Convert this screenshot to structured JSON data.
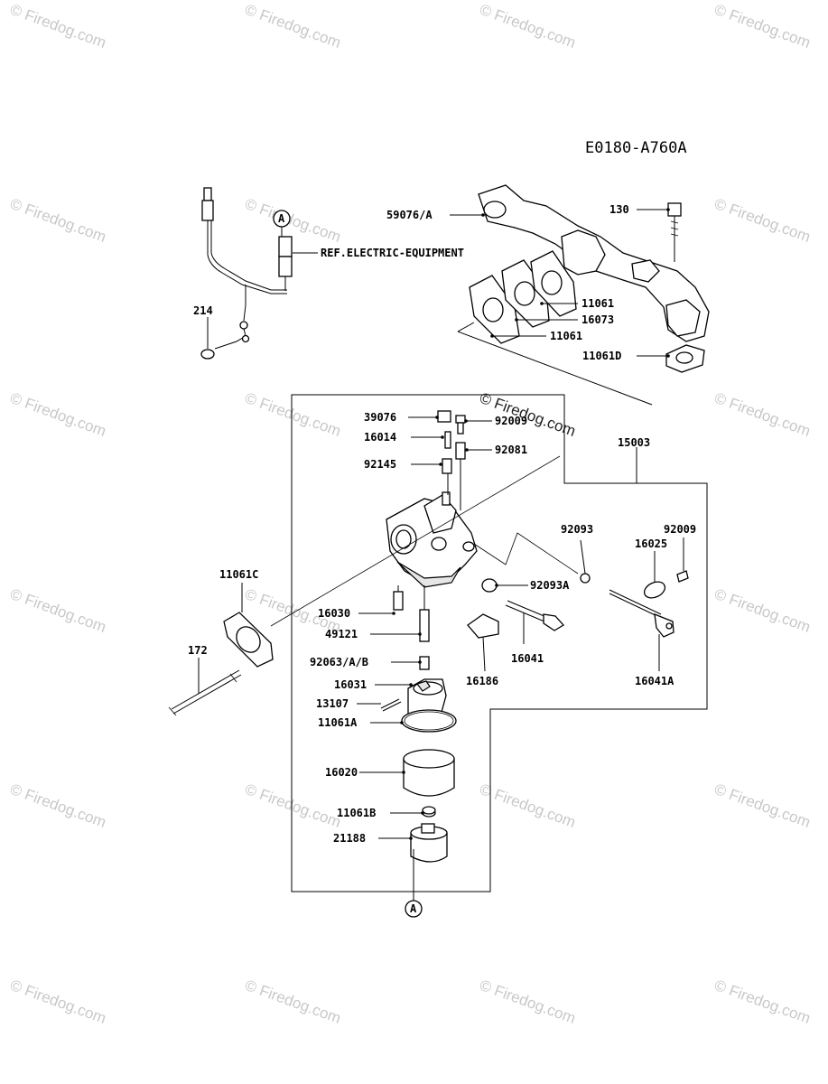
{
  "diagram_code": "E0180-A760A",
  "watermark_text": "© Firedog.com",
  "reference_text": "REF.ELECTRIC-EQUIPMENT",
  "callout_letter": "A",
  "parts": {
    "p59076": "59076/A",
    "p130": "130",
    "p11061_a": "11061",
    "p16073": "16073",
    "p11061_b": "11061",
    "p11061D": "11061D",
    "p214": "214",
    "p39076": "39076",
    "p92009_top": "92009",
    "p16014": "16014",
    "p92081": "92081",
    "p92145": "92145",
    "p15003": "15003",
    "p92093": "92093",
    "p92009_right": "92009",
    "p16025": "16025",
    "p11061C": "11061C",
    "p92093A": "92093A",
    "p16030": "16030",
    "p49121": "49121",
    "p172": "172",
    "p16041": "16041",
    "p16186": "16186",
    "p16041A": "16041A",
    "p92063": "92063/A/B",
    "p16031": "16031",
    "p13107": "13107",
    "p11061A": "11061A",
    "p16020": "16020",
    "p11061B": "11061B",
    "p21188": "21188"
  }
}
